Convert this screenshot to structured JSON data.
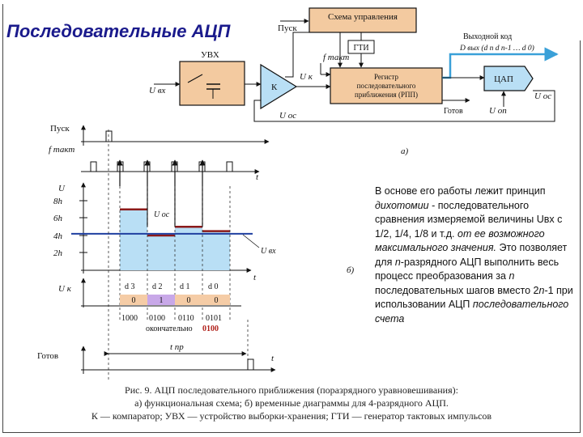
{
  "title": "Последовательные АЦП",
  "functional_diagram": {
    "control_block": "Схема управления",
    "start_input": "Пуск",
    "gti_block": "ГТИ",
    "clock_label": "f такт",
    "uvh_block": "УВХ",
    "input_voltage": "U вх",
    "comparator": "К",
    "comparator_output": "U к",
    "feedback_voltage": "U ос",
    "register_block": [
      "Регистр",
      "последовательного",
      "приближения (РПП)"
    ],
    "dac_block": "ЦАП",
    "reference_voltage": "U оп",
    "ready_output": "Готов",
    "output_code_title": "Выходной код",
    "output_code": "D вых (d n d n-1 … d 0)",
    "dac_output": "U ос",
    "part_label": "а)"
  },
  "timing_diagram": {
    "start_label": "Пуск",
    "clock_label": "f такт",
    "u_axis": "U",
    "levels": [
      "8h",
      "6h",
      "4h",
      "2h"
    ],
    "uoc_label": "U ос",
    "uvx_label": "U вх",
    "t_label": "t",
    "uk_label": "U к",
    "bits": [
      "d 3",
      "d 2",
      "d 1",
      "d 0"
    ],
    "comparator_values": [
      "0",
      "1",
      "0",
      "0"
    ],
    "codes": [
      "1000",
      "0100",
      "0110",
      "0101"
    ],
    "final_label": "окончательно",
    "final_code": "0100",
    "ready_label": "Готов",
    "conversion_time": "t пр",
    "part_label": "б)",
    "step_values_h": [
      7,
      4,
      5,
      4.5
    ],
    "input_level_h": 4.2
  },
  "description": {
    "t1": "В основе его работы лежит принцип ",
    "t2": "дихотомии",
    "t3": " - последовательного сравнения измеряемой величины Uвх с 1/2, 1/4, 1/8 и т.д. ",
    "t4": "от ее возможного максимального значения.",
    "t5": " Это позволяет для ",
    "t6": "n",
    "t7": "-разрядного АЦП выполнить весь процесс преобразования за ",
    "t8": "n",
    "t9": " последовательных шагов вместо 2",
    "t10": "n",
    "t11": "-1 при использовании АЦП ",
    "t12": "последовательного счета"
  },
  "caption": {
    "line1": "Рис. 9. АЦП последовательного приближения (поразрядного уравновешивания):",
    "line2": "а) функциональная схема; б) временные диаграммы для 4-разрядного АЦП.",
    "line3": "К — компаратор; УВХ — устройство выборки-хранения; ГТИ — генератор тактовых импульсов"
  },
  "colors": {
    "title": "#1a1a8c",
    "block_fill": "#f3caa0",
    "bar_fill": "#b9dff5",
    "bar_top": "#8b1a1a",
    "input_line": "#1f3fa0",
    "arrow": "#3aa0d8",
    "bit_zero_fill": "#f5cca6",
    "bit_one_fill": "#c8a8e8",
    "final_code": "#b0201a"
  }
}
